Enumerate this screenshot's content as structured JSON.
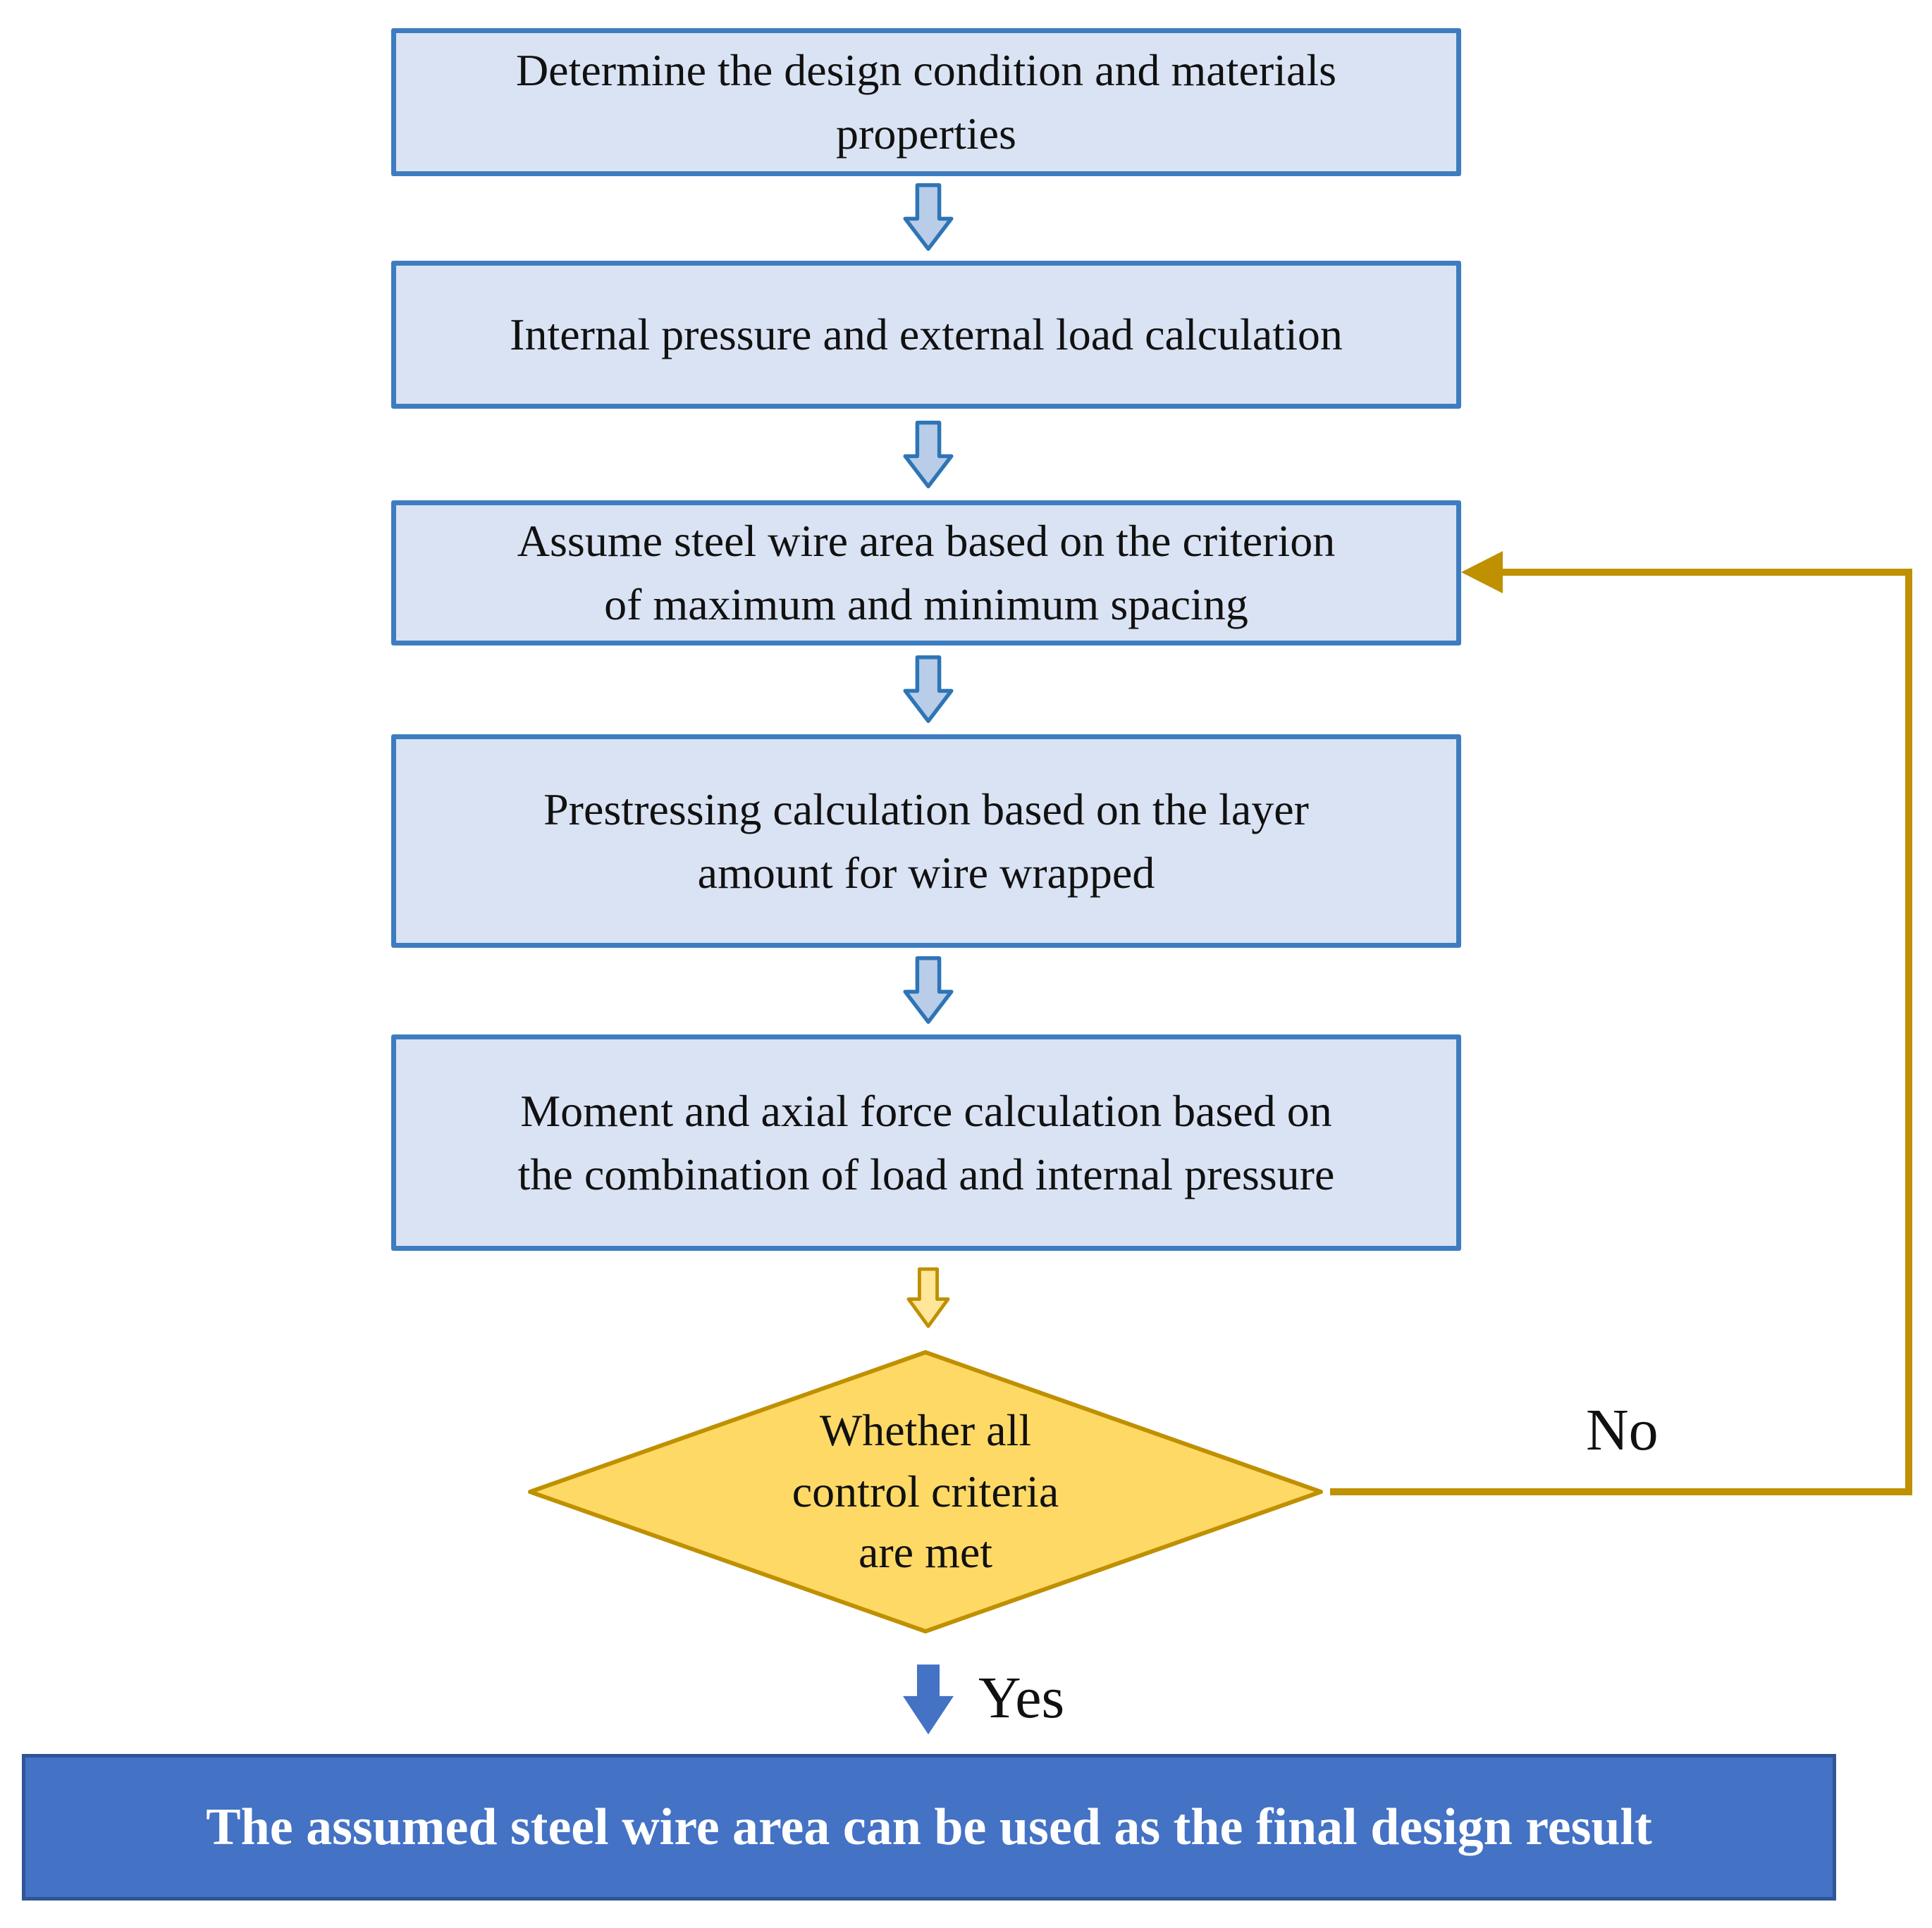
{
  "flowchart": {
    "process_boxes": [
      {
        "id": "step-1",
        "lines": [
          "Determine the design condition and materials",
          "properties"
        ]
      },
      {
        "id": "step-2",
        "lines": [
          "Internal pressure and external load calculation"
        ]
      },
      {
        "id": "step-3",
        "lines": [
          "Assume steel wire area based on the criterion",
          "of maximum and minimum spacing"
        ]
      },
      {
        "id": "step-4",
        "lines": [
          "Prestressing calculation based on the layer",
          "amount for wire wrapped"
        ]
      },
      {
        "id": "step-5",
        "lines": [
          "Moment and axial force calculation based on",
          "the combination of load and internal pressure"
        ]
      }
    ],
    "decision": {
      "lines": [
        "Whether all",
        "control criteria",
        "are met"
      ]
    },
    "branch_labels": {
      "yes": "Yes",
      "no": "No"
    },
    "result_banner": {
      "text": "The assumed steel wire area can be used as the final design result"
    },
    "colors": {
      "box-fill": "#dae3f3",
      "box-border": "#3e7cc0",
      "arrow-fill": "#b9cde8",
      "arrow-border": "#2e75b6",
      "yellow-arrow-fill": "#ffe699",
      "decision-fill": "#ffd966",
      "gold": "#bf9000",
      "accent": "#4472c4",
      "banner-border": "#2f5597",
      "banner-text": "#ffffff"
    }
  }
}
